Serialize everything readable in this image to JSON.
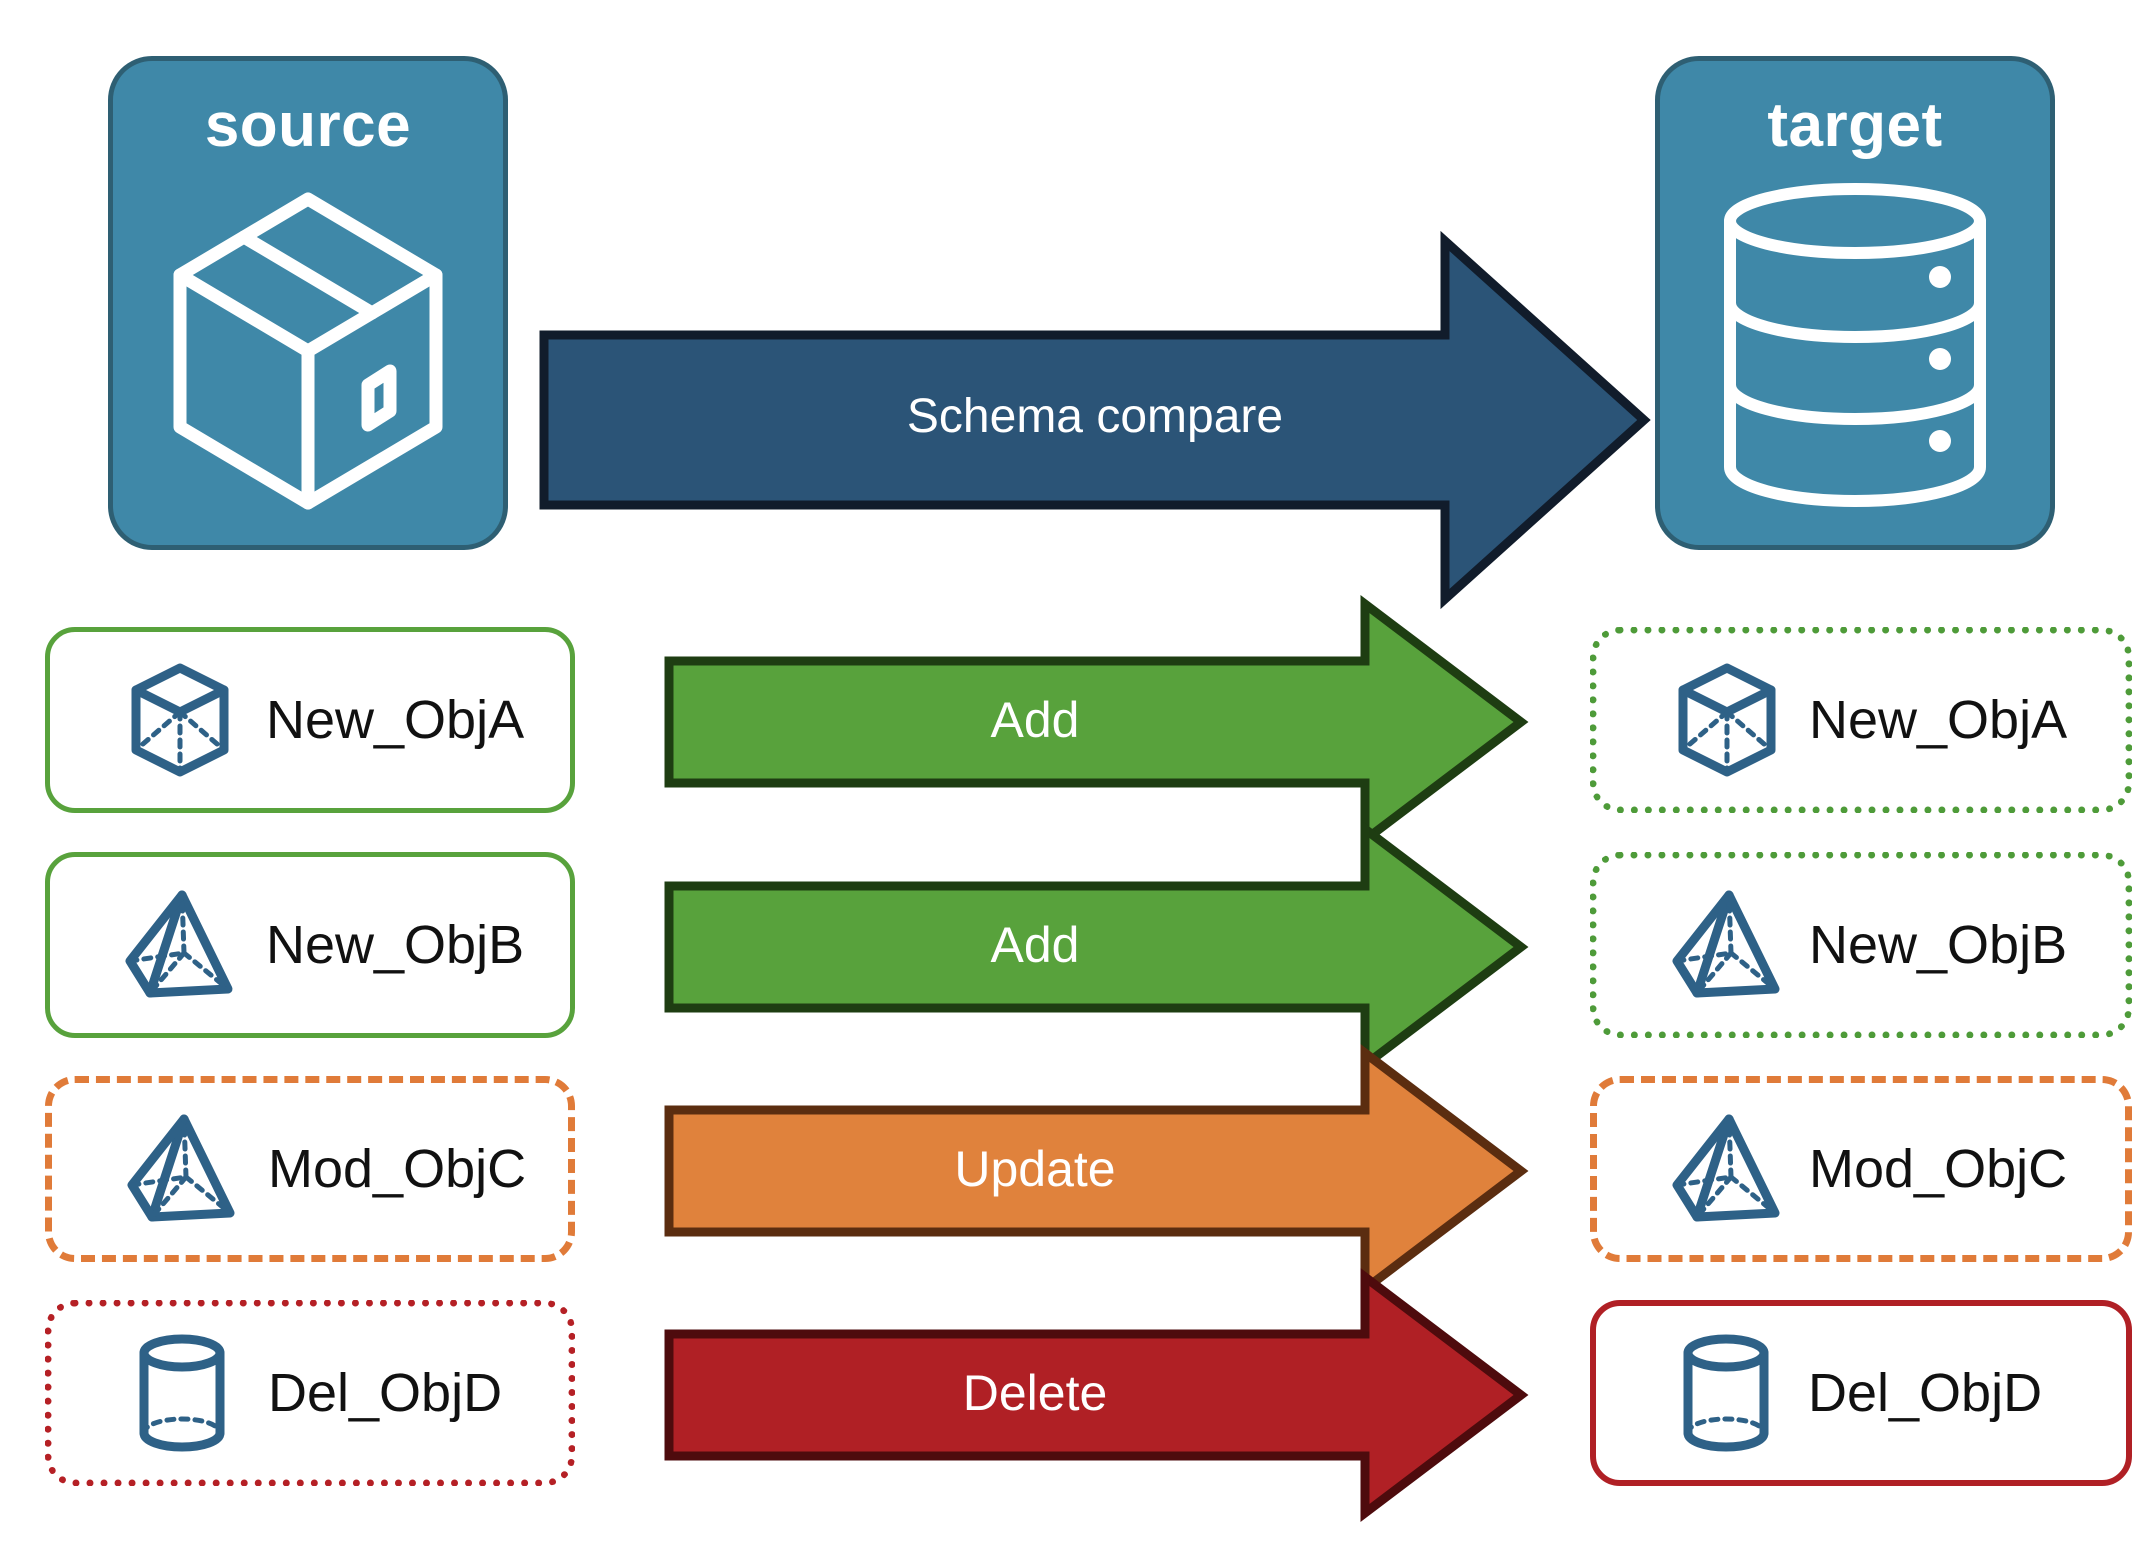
{
  "endpoints": {
    "source": {
      "title": "source",
      "icon": "package-box-icon",
      "fill": "#3F88A8",
      "stroke": "#2E5F73"
    },
    "target": {
      "title": "target",
      "icon": "database-cylinder-icon",
      "fill": "#3F88A8",
      "stroke": "#2E5F73"
    }
  },
  "compare_arrow": {
    "label": "Schema compare",
    "fill": "#2B5477",
    "stroke": "#111C2B",
    "direction": "right"
  },
  "colors": {
    "add": "#58A23C",
    "add_stroke": "#1E3D12",
    "update": "#E0823C",
    "update_stroke": "#5B2D10",
    "delete": "#B02025",
    "delete_stroke": "#4E0B0D",
    "object_icon": "#2E6187",
    "text": "#111111"
  },
  "rows": [
    {
      "source": {
        "label": "New_ObjA",
        "icon": "cube-wireframe-icon",
        "border_style": "solid",
        "border_color": "#58A23C"
      },
      "action": {
        "label": "Add",
        "fill": "#58A23C",
        "stroke": "#1E3D12"
      },
      "target": {
        "label": "New_ObjA",
        "icon": "cube-wireframe-icon",
        "border_style": "dotted",
        "border_color": "#4E9B39"
      }
    },
    {
      "source": {
        "label": "New_ObjB",
        "icon": "pyramid-wireframe-icon",
        "border_style": "solid",
        "border_color": "#58A23C"
      },
      "action": {
        "label": "Add",
        "fill": "#58A23C",
        "stroke": "#1E3D12"
      },
      "target": {
        "label": "New_ObjB",
        "icon": "pyramid-wireframe-icon",
        "border_style": "dotted",
        "border_color": "#4E9B39"
      }
    },
    {
      "source": {
        "label": "Mod_ObjC",
        "icon": "pyramid-wireframe-icon",
        "border_style": "dashed",
        "border_color": "#E07B39"
      },
      "action": {
        "label": "Update",
        "fill": "#E0823C",
        "stroke": "#5B2D10"
      },
      "target": {
        "label": "Mod_ObjC",
        "icon": "pyramid-wireframe-icon",
        "border_style": "dashed",
        "border_color": "#E07B39"
      }
    },
    {
      "source": {
        "label": "Del_ObjD",
        "icon": "cylinder-wireframe-icon",
        "border_style": "dotted",
        "border_color": "#B52025"
      },
      "action": {
        "label": "Delete",
        "fill": "#B02025",
        "stroke": "#4E0B0D"
      },
      "target": {
        "label": "Del_ObjD",
        "icon": "cylinder-wireframe-icon",
        "border_style": "solid",
        "border_color": "#B02025"
      }
    }
  ]
}
